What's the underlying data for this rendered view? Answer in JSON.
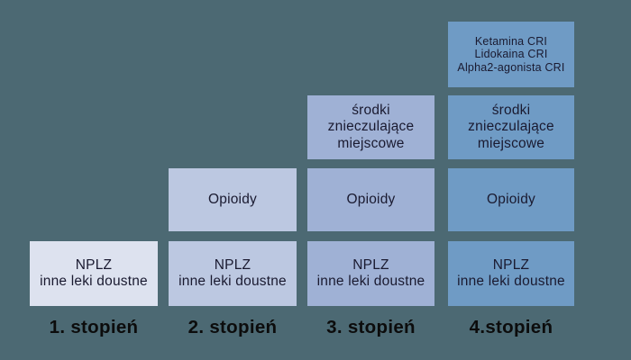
{
  "diagram": {
    "colors": {
      "background": "#4c6973",
      "box_text": "#1a1a30",
      "label_text": "#0c0c0c"
    },
    "columns": [
      {
        "label": "1. stopień",
        "color": "#dde2ef",
        "boxes": [
          {
            "text": "NPLZ\ninne leki doustne"
          }
        ]
      },
      {
        "label": "2. stopień",
        "color": "#bcc8e1",
        "boxes": [
          {
            "text": "Opioidy"
          },
          {
            "text": "NPLZ\ninne leki doustne"
          }
        ]
      },
      {
        "label": "3. stopień",
        "color": "#9fb1d5",
        "boxes": [
          {
            "text": "środki\nznieczulające\nmiejscowe"
          },
          {
            "text": "Opioidy"
          },
          {
            "text": "NPLZ\ninne leki doustne"
          }
        ]
      },
      {
        "label": "4.stopień",
        "color": "#6f9bc5",
        "boxes": [
          {
            "text": "Ketamina CRI\nLidokaina CRI\nAlpha2-agonista CRI"
          },
          {
            "text": "środki\nznieczulające\nmiejscowe"
          },
          {
            "text": "Opioidy"
          },
          {
            "text": "NPLZ\ninne leki doustne"
          }
        ]
      }
    ]
  }
}
